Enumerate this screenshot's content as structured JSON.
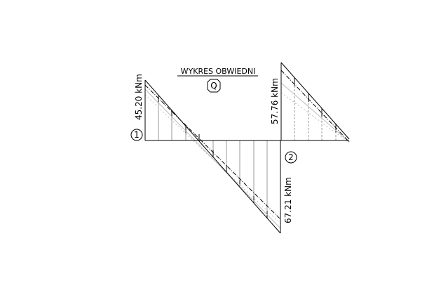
{
  "diagram": {
    "title": "WYKRES OBWIEDNI",
    "symbol": "Q",
    "nodes": [
      {
        "id": "node-1",
        "label": "1"
      },
      {
        "id": "node-2",
        "label": "2"
      }
    ],
    "values": {
      "left_top": "45.20 kNm",
      "bottom_right": "67.21 kNm",
      "right_top": "57.76 kNm"
    },
    "colors": {
      "main": "#000000",
      "hatch": "#9a9a9a",
      "envelope_light": "#bdbdbd"
    }
  }
}
